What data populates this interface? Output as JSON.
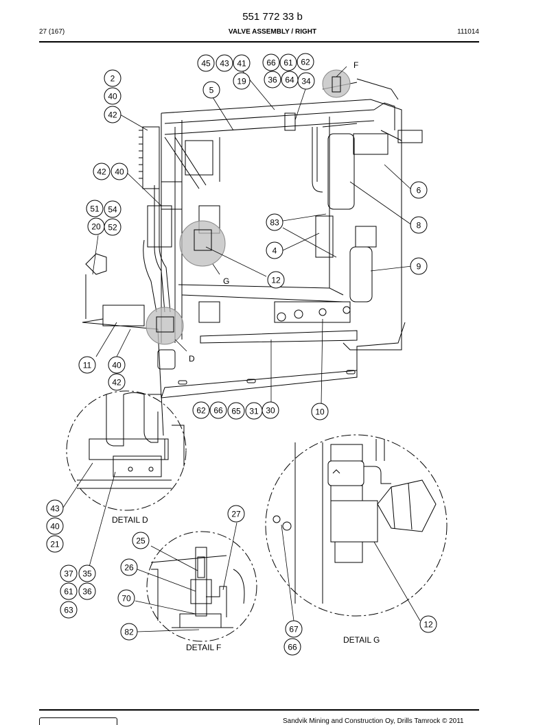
{
  "header": {
    "doc_number": "551 772 33 b",
    "page_ref": "27 (167)",
    "section_title": "VALVE ASSEMBLY / RIGHT",
    "date_code": "111014"
  },
  "callouts": [
    "45",
    "43",
    "41",
    "66",
    "61",
    "62",
    "2",
    "19",
    "36",
    "64",
    "34",
    "5",
    "40",
    "42",
    "42",
    "40",
    "6",
    "51",
    "54",
    "20",
    "52",
    "83",
    "8",
    "4",
    "9",
    "12",
    "11",
    "40",
    "42",
    "62",
    "66",
    "65",
    "31",
    "30",
    "10",
    "43",
    "40",
    "21",
    "27",
    "25",
    "26",
    "37",
    "35",
    "61",
    "36",
    "63",
    "70",
    "82",
    "67",
    "66",
    "12"
  ],
  "labels": {
    "f": "F",
    "g": "G",
    "d": "D",
    "detail_d": "DETAIL D",
    "detail_f": "DETAIL F",
    "detail_g": "DETAIL G"
  },
  "footer": {
    "text": "Sandvik Mining and Construction Oy, Drills Tamrock © 2011"
  }
}
